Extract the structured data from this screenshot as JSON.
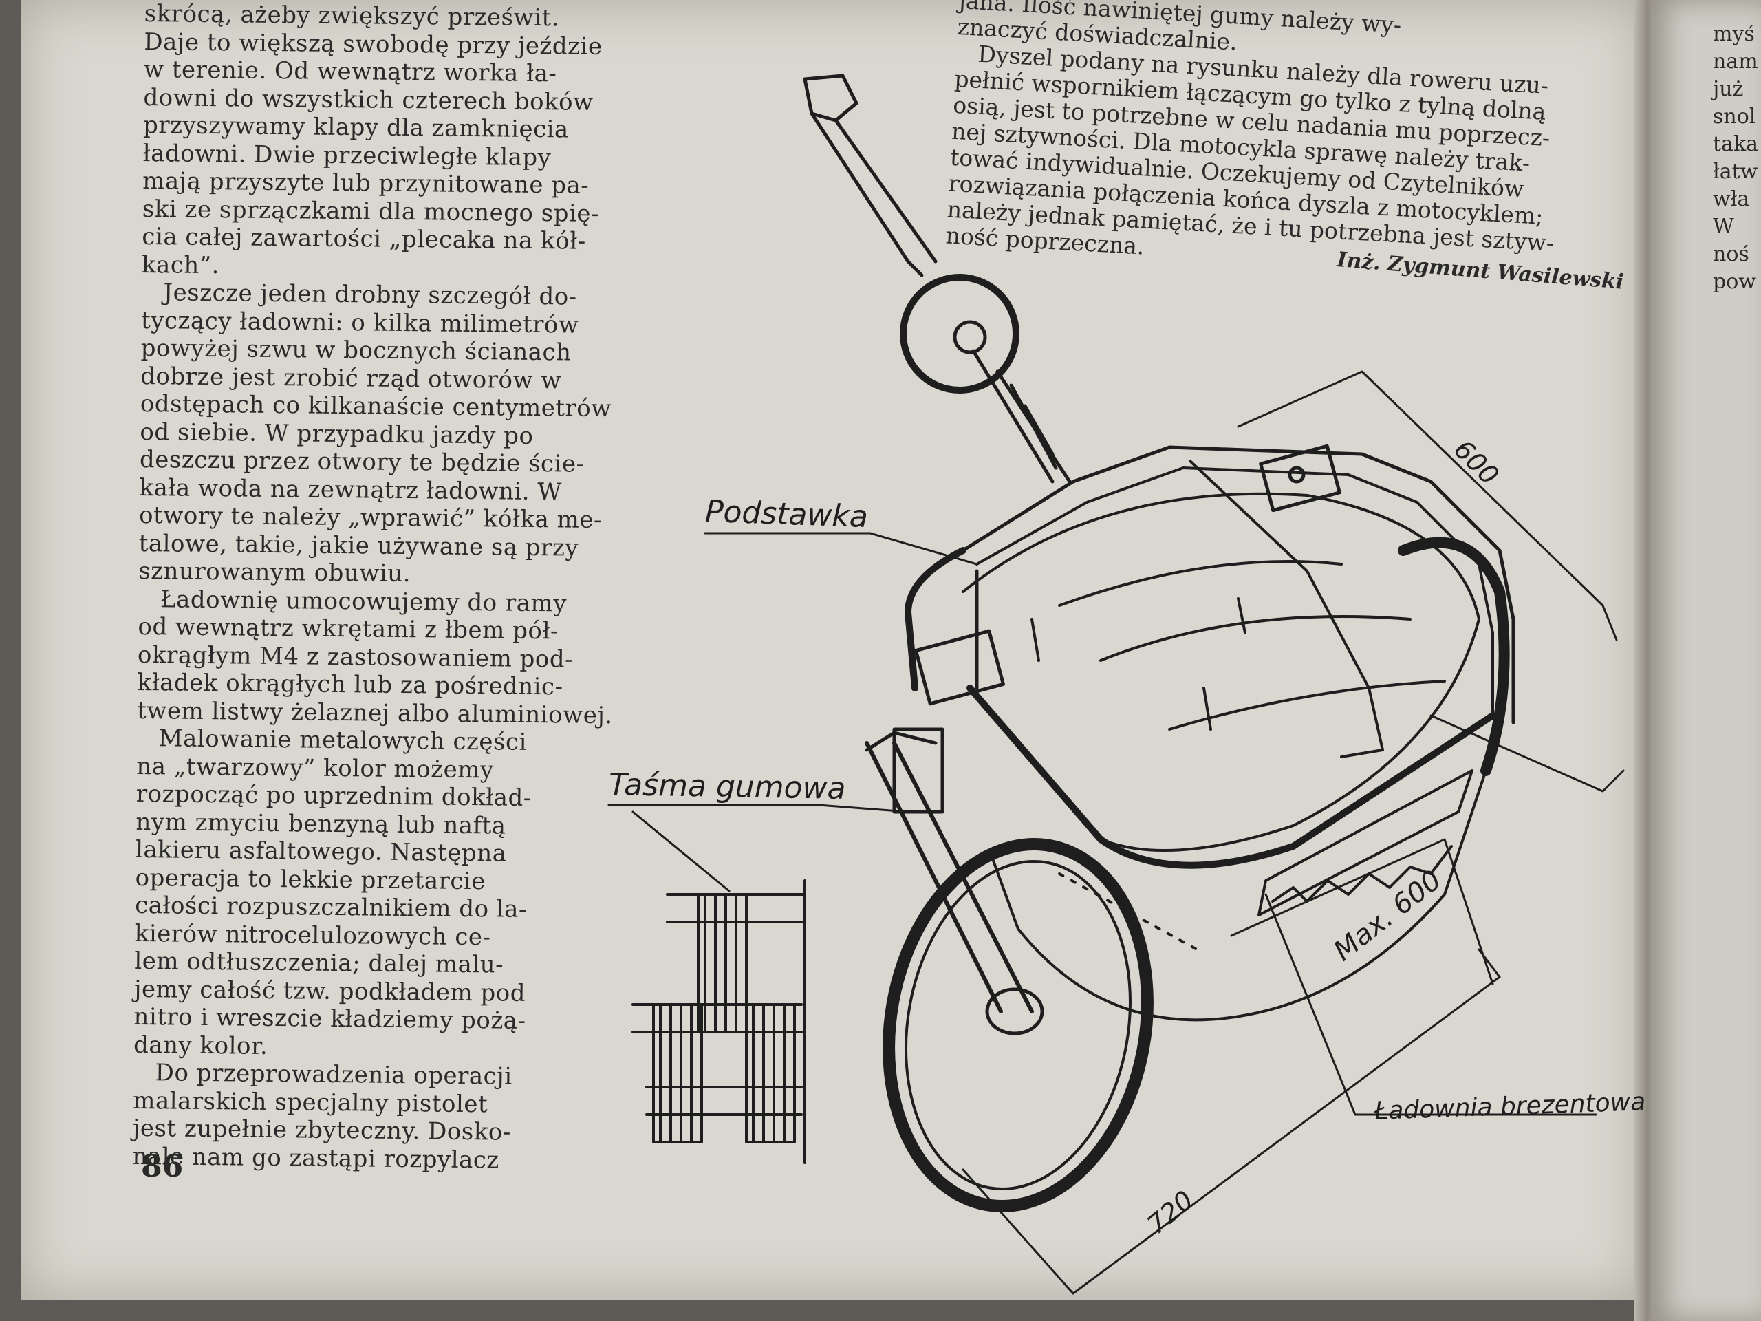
{
  "left_column": {
    "lines_a": [
      "skrócą, ażeby zwiększyć prześwit.",
      "Daje to większą swobodę przy jeździe",
      "w terenie. Od wewnątrz worka ła-",
      "downi do wszystkich czterech boków",
      "przyszywamy klapy dla zamknięcia",
      "ładowni. Dwie przeciwległe klapy",
      "mają przyszyte lub przynitowane pa-",
      "ski ze sprzączkami dla mocnego spię-",
      "cia całej zawartości „plecaka na kół-",
      "kach”."
    ],
    "para2": [
      "Jeszcze jeden drobny szczegół do-",
      "tyczący ładowni: o kilka milimetrów",
      "powyżej szwu w bocznych ścianach",
      "dobrze jest zrobić rząd otworów w",
      "odstępach co kilkanaście centymetrów",
      "od siebie. W przypadku jazdy po",
      "deszczu przez otwory te będzie ście-",
      "kała woda na zewnątrz ładowni. W",
      "otwory te należy „wprawić” kółka me-",
      "talowe, takie, jakie używane są przy",
      "sznurowanym obuwiu."
    ],
    "para3": [
      "Ładownię umocowujemy do ramy",
      "od wewnątrz wkrętami z łbem pół-",
      "okrągłym M4 z zastosowaniem pod-",
      "kładek okrągłych lub za pośrednic-",
      "twem listwy żelaznej albo aluminiowej."
    ],
    "para4": [
      "Malowanie metalowych części",
      "na „twarzowy” kolor możemy",
      "rozpocząć po uprzednim dokład-",
      "nym zmyciu benzyną lub naftą",
      "lakieru asfaltowego. Następna",
      "operacja to lekkie przetarcie",
      "całości rozpuszczalnikiem do la-",
      "kierów nitrocelulozowych ce-",
      "lem odtłuszczenia; dalej malu-",
      "jemy całość tzw. podkładem pod",
      "nitro i wreszcie kładziemy pożą-",
      "dany kolor."
    ],
    "para5": [
      "Do przeprowadzenia operacji",
      "malarskich specjalny pistolet",
      "jest zupełnie zbyteczny. Dosko-",
      "nale nam go zastąpi rozpylacz"
    ]
  },
  "right_column": {
    "lines_a": [
      "jana. Ilość nawiniętej gumy należy wy-",
      "znaczyć doświadczalnie."
    ],
    "para2": [
      "Dyszel podany na rysunku należy dla roweru uzu-",
      "pełnić wspornikiem łączącym go tylko z tylną dolną",
      "osią, jest to potrzebne w celu nadania mu poprzecz-",
      "nej sztywności. Dla motocykla sprawę należy trak-",
      "tować indywidualnie. Oczekujemy od Czytelników",
      "rozwiązania połączenia końca dyszla z motocyklem;",
      "należy jednak pamiętać, że i tu potrzebna jest sztyw-",
      "ność poprzeczna."
    ],
    "signature": "Inż. Zygmunt Wasilewski"
  },
  "page_number": "86",
  "edge_words": [
    "myś",
    "nam",
    "już",
    "snol",
    "taka",
    "łatw",
    "wła",
    "W",
    "noś",
    "pow"
  ],
  "drawing_labels": {
    "podstawka": "Podstawka",
    "tasma": "Taśma gumowa",
    "ladownia": "Ładownia brezentowa",
    "max600": "Max. 600",
    "dim600": "600",
    "dim720": "720"
  },
  "colors": {
    "paper": "#d9d7cf",
    "ink": "#2a2a2a",
    "background": "#5d5b55"
  }
}
